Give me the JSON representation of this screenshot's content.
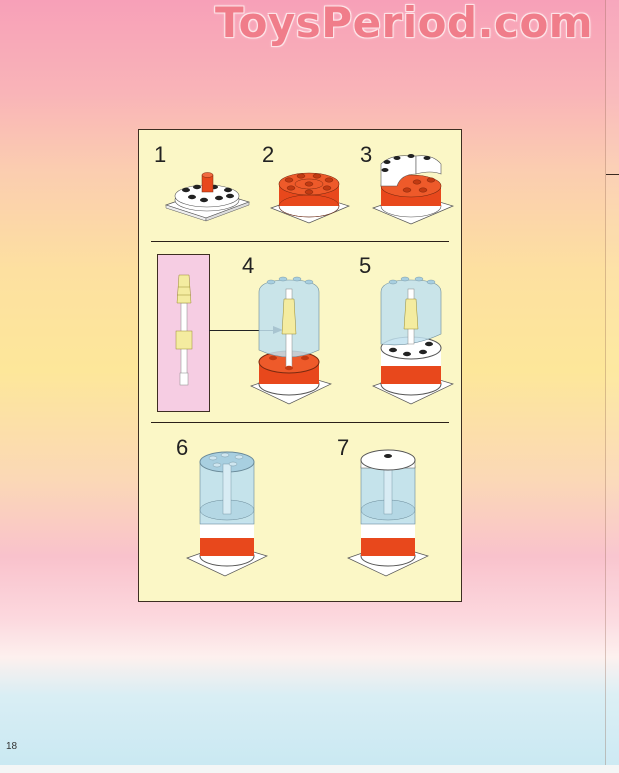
{
  "watermark": {
    "text": "ToysPeriod.com"
  },
  "page": {
    "number": "18"
  },
  "instructions": {
    "steps": [
      {
        "number": "1",
        "description": "white round base with red center stud on plate"
      },
      {
        "number": "2",
        "description": "red round bricks added"
      },
      {
        "number": "3",
        "description": "white round bricks added"
      },
      {
        "number": "4",
        "description": "trans-clear cylinder with yellow rod assembly inserted"
      },
      {
        "number": "5",
        "description": "white round plate added"
      },
      {
        "number": "6",
        "description": "trans-clear top with studs"
      },
      {
        "number": "7",
        "description": "white dome cap added"
      }
    ],
    "sub_assembly": {
      "description": "yellow and white rod sub-assembly",
      "target_step": "4"
    }
  },
  "colors": {
    "panel_bg": "#fbf7c6",
    "sub_box_bg": "#f6cde3",
    "brick_red": "#e8481c",
    "trans_clear": "#bfe0ee",
    "trans_yellow": "#f4eca0",
    "watermark": "#f07d8a"
  }
}
